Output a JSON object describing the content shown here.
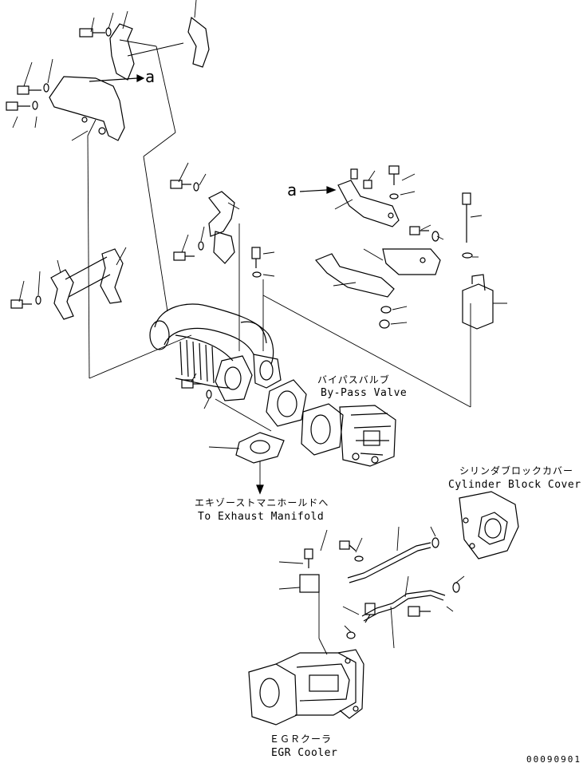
{
  "labels": {
    "bypass_valve_jp": "バイパスバルブ",
    "bypass_valve_en": "By-Pass Valve",
    "cylinder_block_cover_jp": "シリンダブロックカバー",
    "cylinder_block_cover_en": "Cylinder Block Cover",
    "exhaust_manifold_jp": "エキゾーストマニホールドへ",
    "exhaust_manifold_en": "To Exhaust Manifold",
    "egr_cooler_jp": "ＥＧＲクーラ",
    "egr_cooler_en": "EGR Cooler",
    "ref_a_top": "a",
    "ref_a_right": "a",
    "drawing_code": "00090901"
  }
}
